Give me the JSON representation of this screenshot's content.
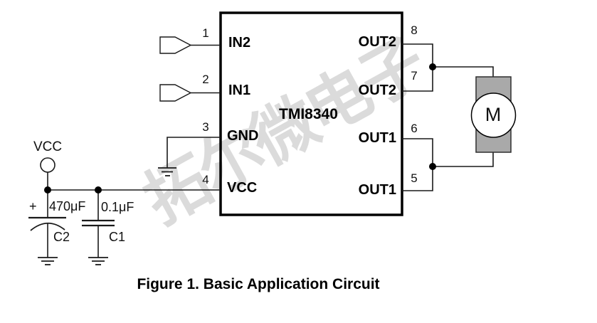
{
  "watermark": {
    "text": "拓尔微电子"
  },
  "caption": "Figure 1. Basic Application Circuit",
  "ic": {
    "name": "TMI8340",
    "left_pins": [
      {
        "number": "1",
        "label": "IN2"
      },
      {
        "number": "2",
        "label": "IN1"
      },
      {
        "number": "3",
        "label": "GND"
      },
      {
        "number": "4",
        "label": "VCC"
      }
    ],
    "right_pins": [
      {
        "number": "8",
        "label": "OUT2"
      },
      {
        "number": "7",
        "label": "OUT2"
      },
      {
        "number": "6",
        "label": "OUT1"
      },
      {
        "number": "5",
        "label": "OUT1"
      }
    ]
  },
  "power": {
    "supply_label": "VCC",
    "capacitors": [
      {
        "name": "C2",
        "value": "470μF",
        "polarity": "+"
      },
      {
        "name": "C1",
        "value": "0.1μF"
      }
    ]
  },
  "motor": {
    "label": "M"
  },
  "colors": {
    "wire": "#1a1a1a",
    "ic_border": "#000000",
    "motor_fill": "#a9a9a9",
    "watermark": "#c4c4c4"
  }
}
